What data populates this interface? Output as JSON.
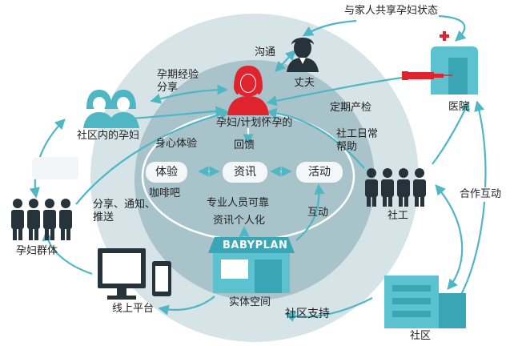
{
  "labels": {
    "share_family": "与家人共享孕妇状态",
    "communicate": "沟通",
    "husband": "丈夫",
    "experience_share": "孕期经验分享",
    "pregnant_main": "孕妇/计划怀孕的",
    "checkup": "定期产检",
    "hospital": "医院",
    "community_pregnant": "社区内的孕妇",
    "body_mind": "身心体验",
    "feedback": "回馈",
    "social_daily": "社工日常帮助",
    "experience_pill": "体验",
    "info_pill": "资讯",
    "activity_pill": "活动",
    "cafe": "咖啡吧",
    "share_notify": "分享、通知、推送",
    "professional": "专业人员可靠",
    "info_personal": "资讯个人化",
    "interact": "互动",
    "social_worker": "社工",
    "cooperation": "合作互动",
    "pregnant_group": "孕妇群体",
    "babyplan": "BABYPLAN",
    "online": "线上平台",
    "physical": "实体空间",
    "community_support": "社区支持",
    "community": "社区"
  },
  "colors": {
    "outer_circle": "#d6e4e8",
    "inner_circle": "#a9c3cb",
    "arrow": "#4fb6c4",
    "red_figure": "#e0242d",
    "dark_figure": "#27333a",
    "teal": "#3aa5b5",
    "light_teal": "#5cc2cf"
  },
  "icons": [
    "woman-icon",
    "man-icon",
    "hospital-icon",
    "syringe-icon",
    "women-pair-icon",
    "crowd-icon",
    "monitor-icon",
    "phone-icon",
    "store-icon",
    "building-icon"
  ]
}
